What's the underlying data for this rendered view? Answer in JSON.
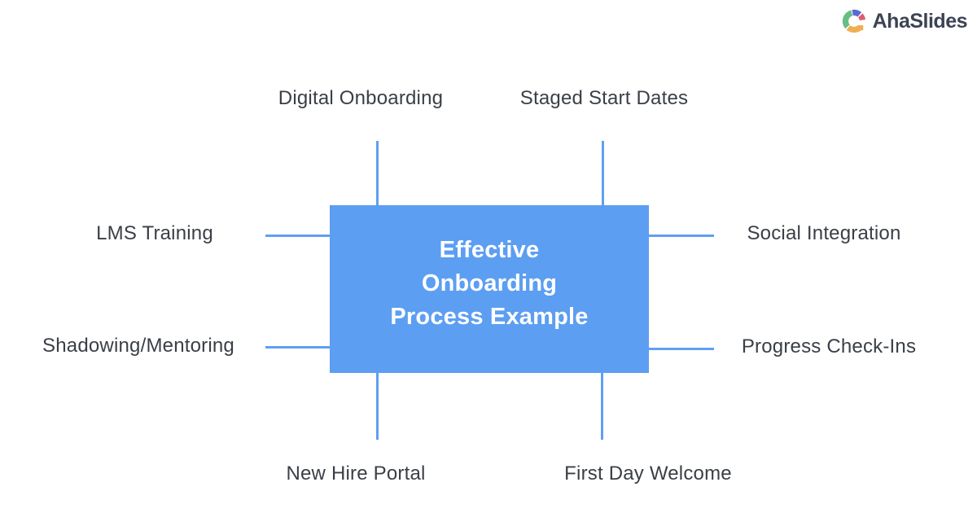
{
  "brand": {
    "name": "AhaSlides",
    "icon": "donut-chart-icon",
    "icon_colors": {
      "green": "#68bd83",
      "indigo": "#5c68d6",
      "red": "#dd5f6b",
      "yellow": "#efaf52"
    }
  },
  "colors": {
    "center_bg": "#5c9ef2",
    "center_text": "#ffffff",
    "connector": "#5f9ff2",
    "label_text": "#3a3f46",
    "brand_text": "#3d4354"
  },
  "diagram": {
    "center": {
      "lines": [
        "Effective",
        "Onboarding",
        "Process Example"
      ]
    },
    "branches": [
      {
        "id": "digital-onboarding",
        "label": "Digital Onboarding",
        "position": "top-left"
      },
      {
        "id": "staged-start-dates",
        "label": "Staged Start Dates",
        "position": "top-right"
      },
      {
        "id": "lms-training",
        "label": "LMS Training",
        "position": "left-upper"
      },
      {
        "id": "social-integration",
        "label": "Social Integration",
        "position": "right-upper"
      },
      {
        "id": "shadowing-mentoring",
        "label": "Shadowing/Mentoring",
        "position": "left-lower"
      },
      {
        "id": "progress-check-ins",
        "label": "Progress Check-Ins",
        "position": "right-lower"
      },
      {
        "id": "new-hire-portal",
        "label": "New Hire Portal",
        "position": "bottom-left"
      },
      {
        "id": "first-day-welcome",
        "label": "First Day Welcome",
        "position": "bottom-right"
      }
    ]
  }
}
